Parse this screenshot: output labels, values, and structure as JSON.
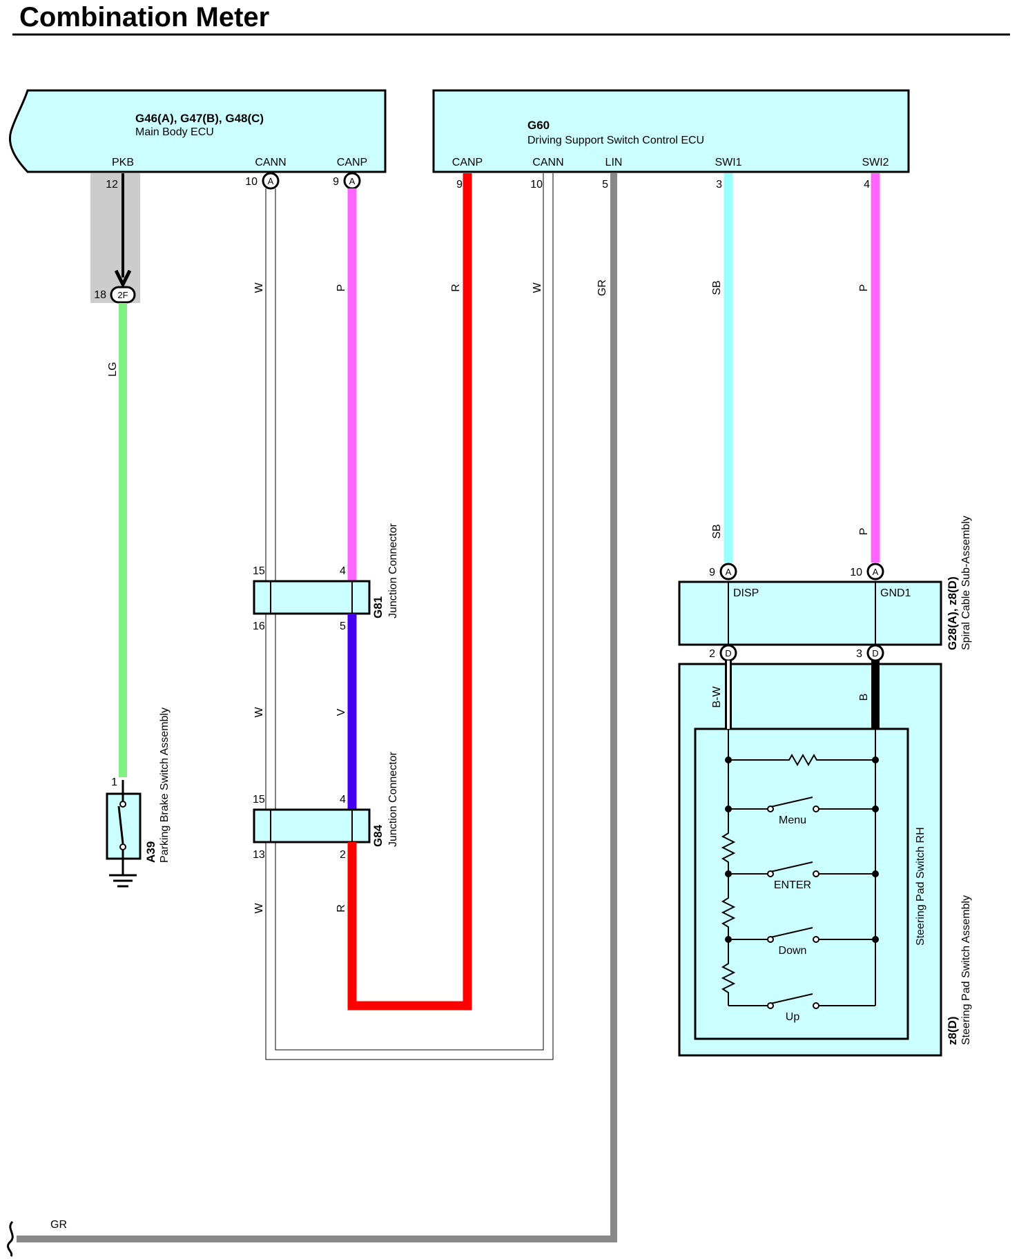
{
  "page": {
    "title": "Combination Meter"
  },
  "components": {
    "main_body_ecu": {
      "code": "G46(A), G47(B), G48(C)",
      "name": "Main Body ECU",
      "pins": {
        "pkb": "PKB",
        "cann": "CANN",
        "canp": "CANP"
      },
      "pin_numbers": {
        "pkb": "12",
        "cann": "10",
        "canp": "9"
      },
      "conn_letters": {
        "cann": "A",
        "canp": "A"
      }
    },
    "driving_support_ecu": {
      "code": "G60",
      "name": "Driving Support Switch Control ECU",
      "pins": {
        "canp": "CANP",
        "cann": "CANN",
        "lin": "LIN",
        "swi1": "SWI1",
        "swi2": "SWI2"
      },
      "pin_numbers": {
        "canp": "9",
        "cann": "10",
        "lin": "5",
        "swi1": "3",
        "swi2": "4"
      }
    },
    "junction_2f": {
      "number": "18",
      "code": "2F"
    },
    "g81": {
      "code": "G81",
      "name": "Junction Connector",
      "pins": {
        "tl": "15",
        "tr": "4",
        "bl": "16",
        "br": "5"
      }
    },
    "g84": {
      "code": "G84",
      "name": "Junction Connector",
      "pins": {
        "tl": "15",
        "tr": "4",
        "bl": "13",
        "br": "2"
      }
    },
    "a39": {
      "code": "A39",
      "name": "Parking Brake Switch Assembly",
      "pin": "1"
    },
    "spiral_cable": {
      "code": "G28(A), z8(D)",
      "name": "Spiral Cable Sub-Assembly",
      "pins": {
        "disp": "DISP",
        "gnd1": "GND1"
      },
      "top_pins": {
        "disp_num": "9",
        "disp_letter": "A",
        "gnd1_num": "10",
        "gnd1_letter": "A"
      },
      "bottom_pins": {
        "left_num": "2",
        "left_letter": "D",
        "right_num": "3",
        "right_letter": "D"
      }
    },
    "steering_pad": {
      "code": "z8(D)",
      "name": "Steering Pad Switch Assembly",
      "inner_name": "Steering Pad Switch RH",
      "switches": [
        "Menu",
        "ENTER",
        "Down",
        "Up"
      ]
    }
  },
  "wires": {
    "lg": "LG",
    "w": "W",
    "p": "P",
    "v": "V",
    "r": "R",
    "gr": "GR",
    "sb": "SB",
    "bw": "B-W",
    "b": "B"
  },
  "colors": {
    "lg": "#80f080",
    "p": "#ff66ff",
    "v": "#4400ee",
    "r": "#ff0000",
    "gr": "#888888",
    "sb": "#99ffff",
    "b": "#000000",
    "component_fill": "#ccffff",
    "junction_shade": "#cccccc"
  }
}
